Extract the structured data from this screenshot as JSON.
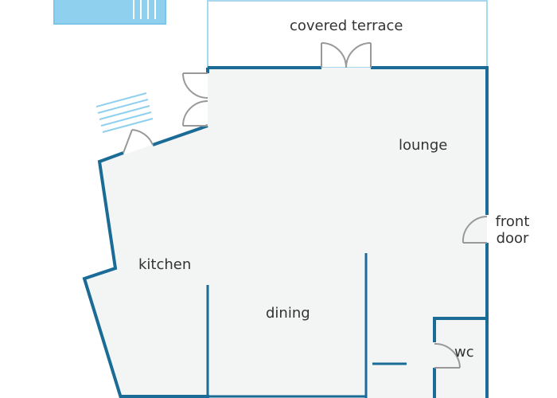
{
  "colors": {
    "wall": "#1a6b96",
    "floor": "#f3f4f4",
    "water": "#8fd0ef",
    "terrace_outline": "#a8d8f0",
    "door": "#999999",
    "label": "#333333"
  },
  "rooms": {
    "covered_terrace": "covered terrace",
    "lounge": "lounge",
    "front_door": "front\ndoor",
    "kitchen": "kitchen",
    "dining": "dining",
    "wc": "wc"
  }
}
